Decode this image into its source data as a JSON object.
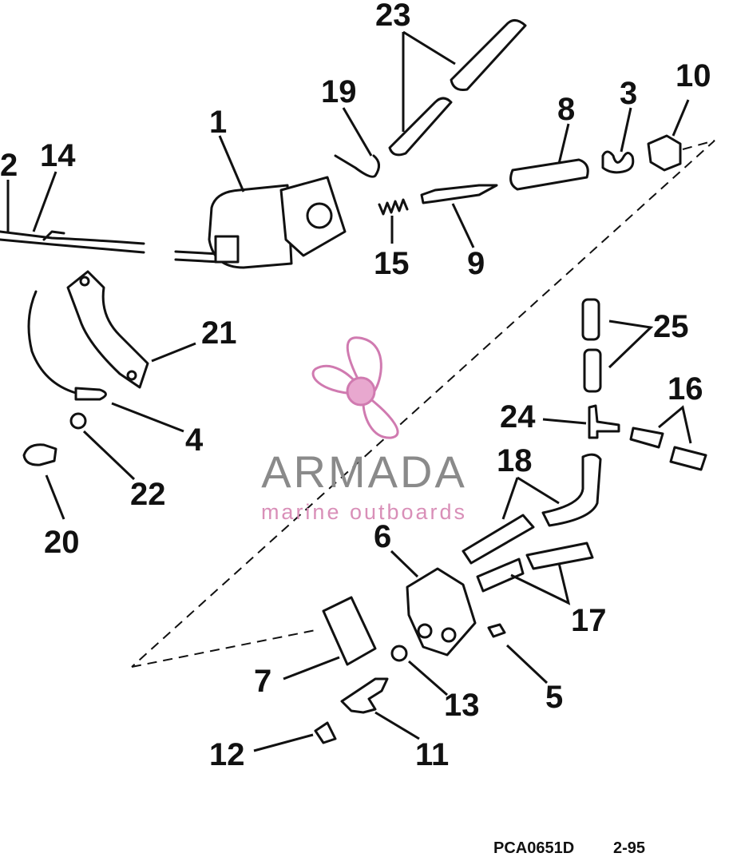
{
  "diagram": {
    "callouts": [
      "1",
      "2",
      "3",
      "4",
      "5",
      "6",
      "7",
      "8",
      "9",
      "10",
      "11",
      "12",
      "13",
      "14",
      "15",
      "16",
      "17",
      "18",
      "19",
      "20",
      "21",
      "22",
      "23",
      "24",
      "25"
    ],
    "footer_code": "PCA0651D",
    "footer_date": "2-95"
  },
  "watermark": {
    "brand": "ARMADA",
    "tagline": "marine outboards",
    "logo_icon": "propeller-icon",
    "color_pink": "#e8a8cf",
    "color_gray": "#8a8a8a"
  }
}
